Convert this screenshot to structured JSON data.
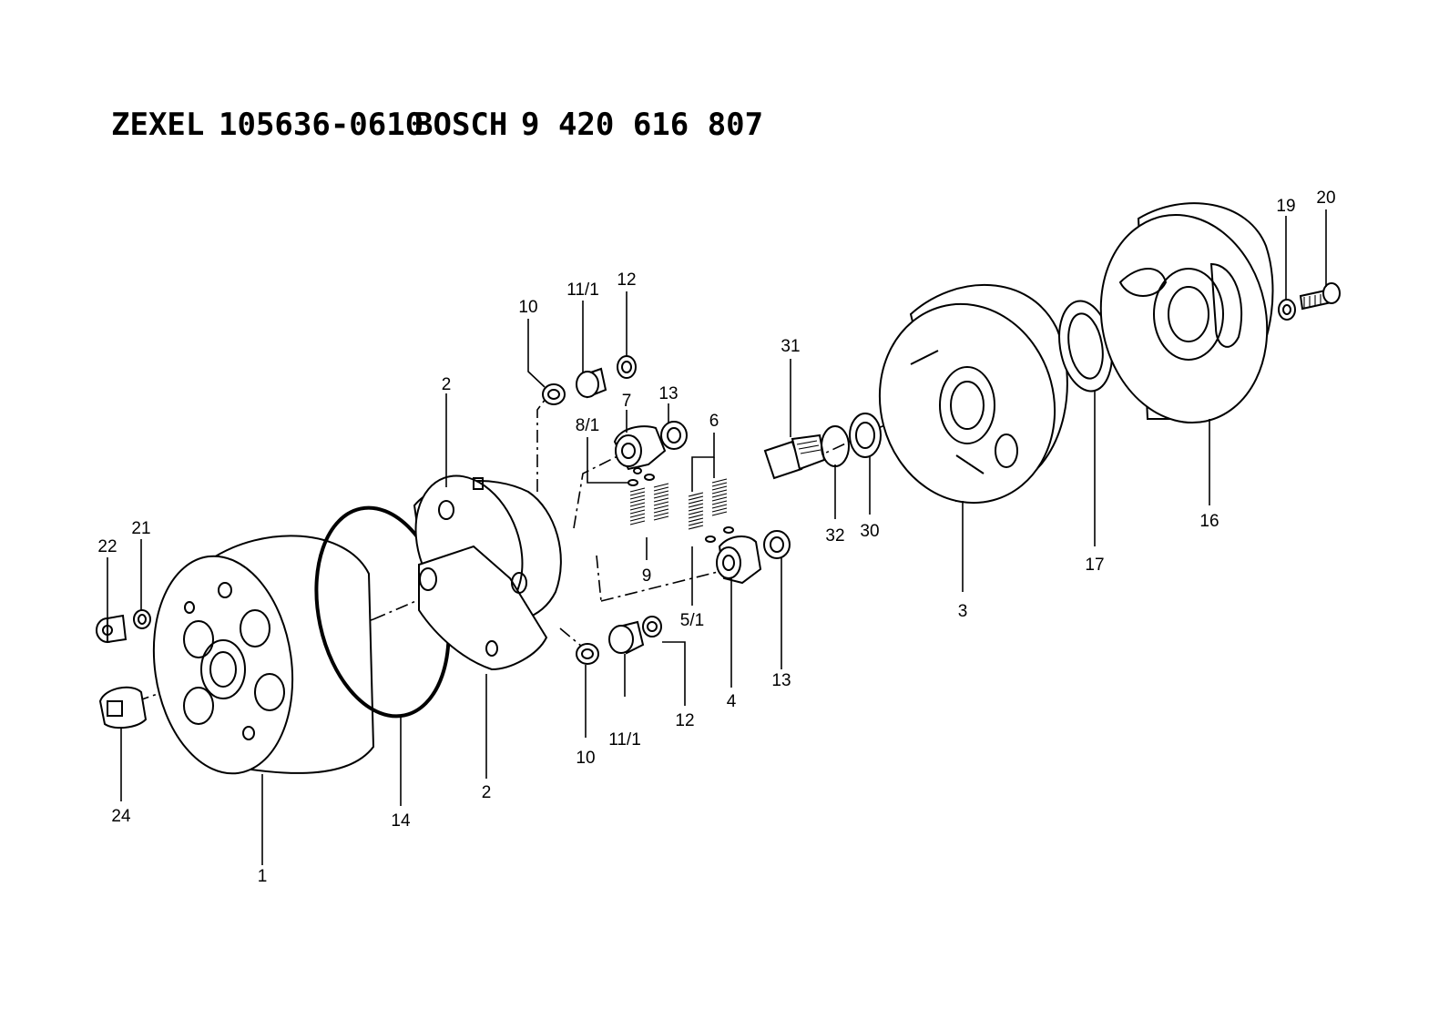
{
  "title": {
    "brand_1": "ZEXEL",
    "part_number_1": "105636-0610",
    "brand_2": "BOSCH",
    "part_number_2": "9 420 616 807"
  },
  "callouts": {
    "c1": "1",
    "c2a": "2",
    "c2b": "2",
    "c3": "3",
    "c4": "4",
    "c5_1": "5/1",
    "c6": "6",
    "c7": "7",
    "c8_1": "8/1",
    "c9": "9",
    "c10a": "10",
    "c10b": "10",
    "c11_1a": "11/1",
    "c11_1b": "11/1",
    "c12a": "12",
    "c12b": "12",
    "c13a": "13",
    "c13b": "13",
    "c14": "14",
    "c16": "16",
    "c17": "17",
    "c19": "19",
    "c20": "20",
    "c21": "21",
    "c22": "22",
    "c24": "24",
    "c30": "30",
    "c31": "31",
    "c32": "32"
  }
}
